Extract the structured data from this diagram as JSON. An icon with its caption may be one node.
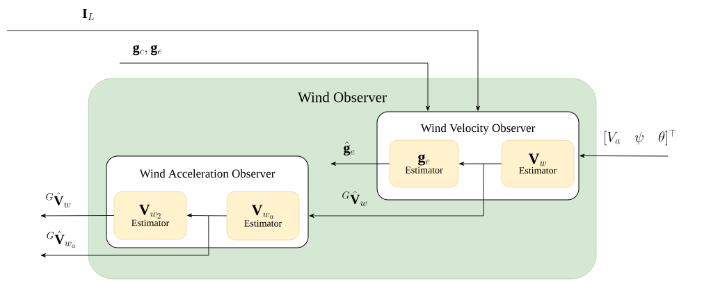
{
  "diagram": {
    "nodes": [
      {
        "text": [
          "Wind Observer"
        ]
      },
      {
        "text": [
          "Wind Velocity Observer"
        ],
        "in": 0
      },
      {
        "text": [
          "\\mathbf{g}_e",
          "Estimator"
        ],
        "in": 1
      },
      {
        "text": [
          "\\mathbf{V}_w",
          "Estimator"
        ],
        "in": 1
      },
      {
        "text": [
          "Wind Acceleration Observer"
        ],
        "in": 0
      },
      {
        "text": [
          "\\mathbf{V}_{w_2}",
          "Estimator"
        ],
        "in": 4
      },
      {
        "text": [
          "\\mathbf{V}_{w_a}",
          "Estimator"
        ],
        "in": 4
      }
    ],
    "edges": [
      {
        "from": null,
        "to": 1,
        "arrow": "to",
        "label": "\\mathbf{I}_L"
      },
      {
        "from": null,
        "to": 1,
        "arrow": "to",
        "label": "\\mathbf{g}_c, \\mathbf{g}_e"
      },
      {
        "from": null,
        "to": 1,
        "arrow": "to",
        "label": "[V_a \\quad \\psi \\quad \\theta]^\\top"
      },
      {
        "from": 3,
        "to": 2,
        "arrow": "to"
      },
      {
        "from": 2,
        "to": null,
        "arrow": "to",
        "label": "\\hat{\\mathbf{g}}_e"
      },
      {
        "from": 3,
        "to": 4,
        "arrow": "to",
        "label": "{}^G\\hat{\\mathbf{V}}_w"
      },
      {
        "from": 6,
        "to": 5,
        "arrow": "to"
      },
      {
        "from": 5,
        "to": null,
        "arrow": "to",
        "label": "{}^G\\hat{\\mathbf{V}}_w"
      },
      {
        "from": 6,
        "to": null,
        "arrow": "to",
        "label": "{}^G\\hat{\\mathbf{V}}_{w_a}"
      }
    ]
  }
}
